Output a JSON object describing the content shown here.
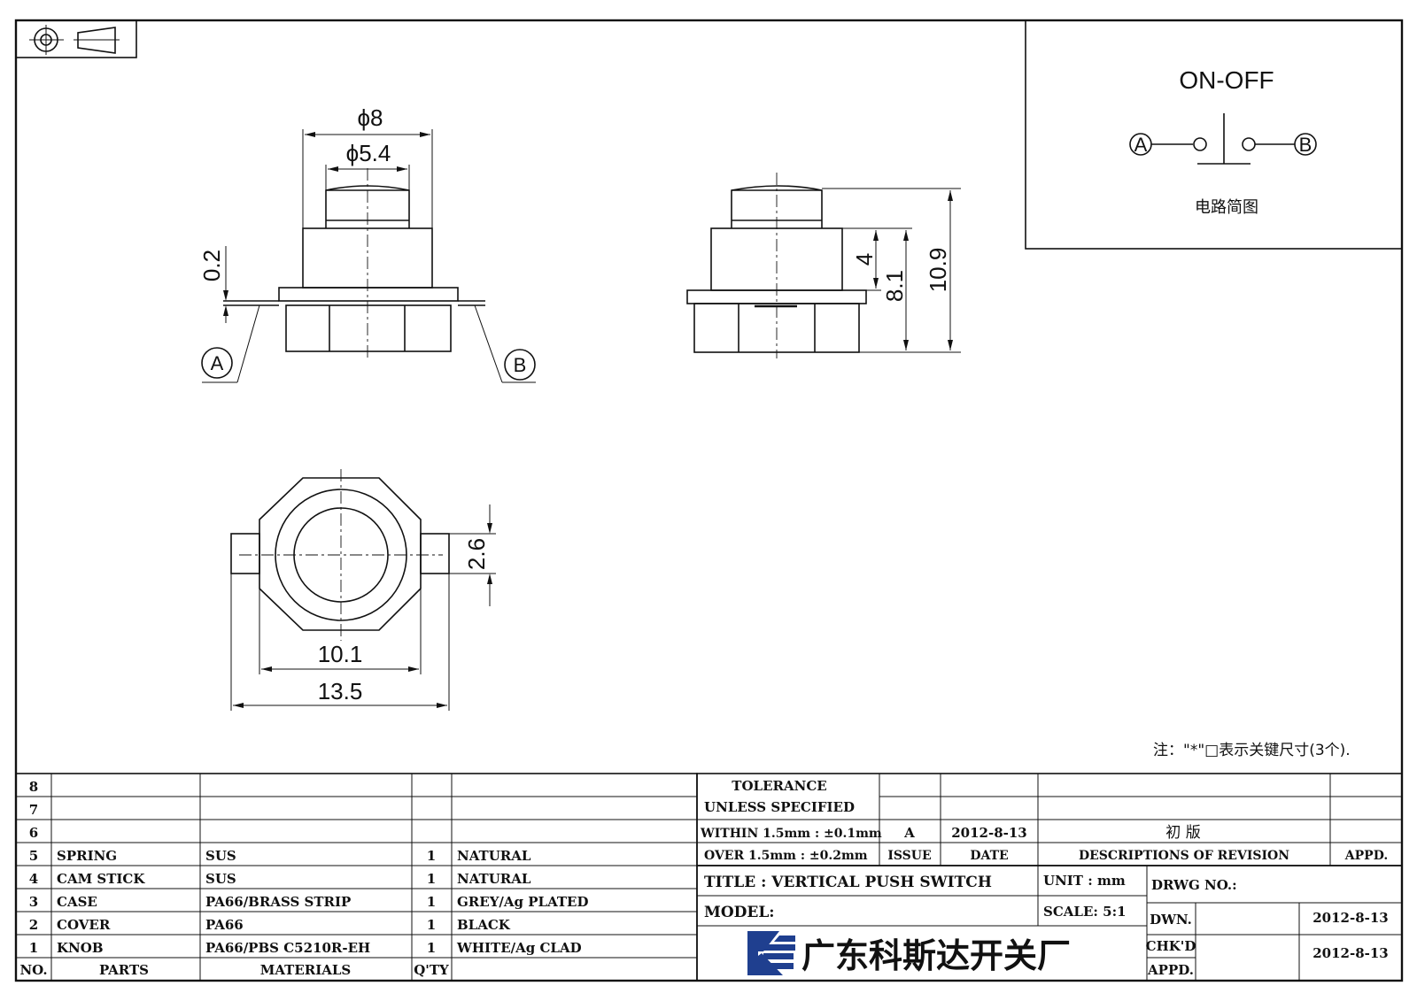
{
  "projection_symbol": "third-angle-projection-icon",
  "circuit": {
    "title": "ON-OFF",
    "terminal_a": "A",
    "terminal_b": "B",
    "caption": "电路简图"
  },
  "dimensions": {
    "knob_outer": "ϕ8",
    "knob_inner": "ϕ5.4",
    "lead_thickness": "0.2",
    "knob_travel": "4",
    "body_height": "8.1",
    "total_height": "10.9",
    "lead_width": "2.6",
    "body_width": "10.1",
    "lead_span": "13.5"
  },
  "callouts": {
    "a": "A",
    "b": "B"
  },
  "note": "注：\"*\"□表示关键尺寸(3个).",
  "bom": {
    "headers": {
      "no": "NO.",
      "parts": "PARTS",
      "materials": "MATERIALS",
      "qty": "Q'TY"
    },
    "rows": [
      {
        "no": "8",
        "part": "",
        "material": "",
        "qty": "",
        "finish": ""
      },
      {
        "no": "7",
        "part": "",
        "material": "",
        "qty": "",
        "finish": ""
      },
      {
        "no": "6",
        "part": "",
        "material": "",
        "qty": "",
        "finish": ""
      },
      {
        "no": "5",
        "part": "SPRING",
        "material": "SUS",
        "qty": "1",
        "finish": "NATURAL"
      },
      {
        "no": "4",
        "part": "CAM STICK",
        "material": "SUS",
        "qty": "1",
        "finish": "NATURAL"
      },
      {
        "no": "3",
        "part": "CASE",
        "material": "PA66/BRASS STRIP",
        "qty": "1",
        "finish": "GREY/Ag PLATED"
      },
      {
        "no": "2",
        "part": "COVER",
        "material": "PA66",
        "qty": "1",
        "finish": "BLACK"
      },
      {
        "no": "1",
        "part": "KNOB",
        "material": "PA66/PBS C5210R-EH",
        "qty": "1",
        "finish": "WHITE/Ag CLAD"
      }
    ]
  },
  "tolerance": {
    "line1": "TOLERANCE",
    "line2": "UNLESS  SPECIFIED",
    "within": "WITHIN 1.5mm : ±0.1mm",
    "over": "OVER 1.5mm : ±0.2mm"
  },
  "revision": {
    "issue": "A",
    "date": "2012-8-13",
    "description": "初  版",
    "headers": {
      "issue": "ISSUE",
      "date": "DATE",
      "description": "DESCRIPTIONS OF REVISION",
      "appd": "APPD."
    }
  },
  "title_block": {
    "title": "TITLE :  VERTICAL PUSH SWITCH",
    "model": "MODEL:",
    "unit": "UNIT :  mm",
    "scale": "SCALE:  5:1",
    "drwg_no": "DRWG NO.:",
    "dwn_label": "DWN.",
    "dwn_date": "2012-8-13",
    "chkd_label": "CHK'D",
    "chkd_date": "2012-8-13",
    "appd_label": "APPD.",
    "company": "广东科斯达开关厂",
    "logo": "company-logo-icon"
  },
  "colors": {
    "ink": "#111111",
    "logo_blue": "#1f3f8f",
    "paper": "#ffffff"
  }
}
